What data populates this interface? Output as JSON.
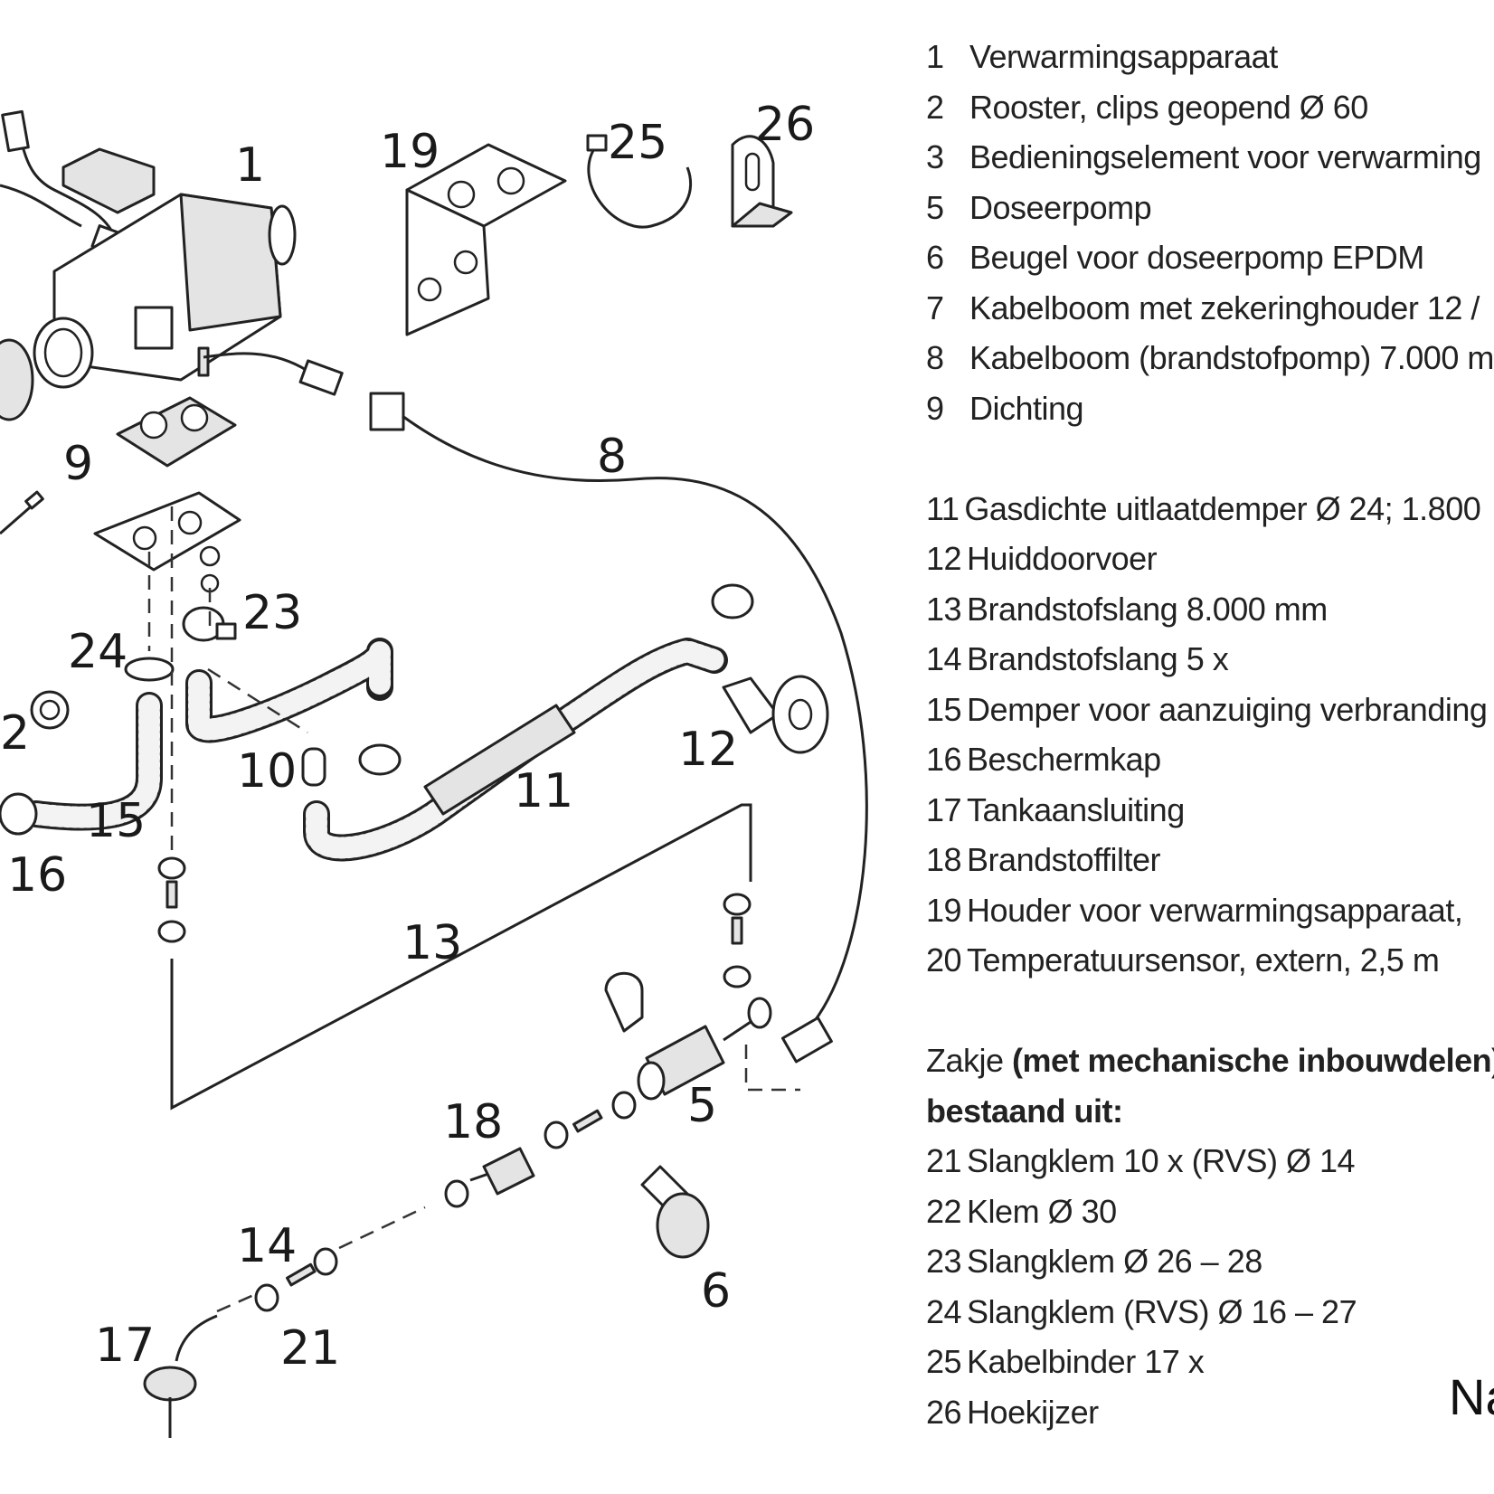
{
  "callouts": {
    "c1": "1",
    "c2": "2",
    "c5": "5",
    "c6": "6",
    "c8": "8",
    "c9": "9",
    "c10": "10",
    "c11": "11",
    "c12": "12",
    "c13": "13",
    "c14": "14",
    "c15": "15",
    "c16": "16",
    "c17": "17",
    "c18": "18",
    "c19": "19",
    "c21": "21",
    "c23": "23",
    "c24": "24",
    "c25": "25",
    "c26": "26"
  },
  "legend": {
    "items": [
      {
        "num": "1",
        "text": "Verwarmingsapparaat"
      },
      {
        "num": "2",
        "text": "Rooster, clips geopend Ø 60"
      },
      {
        "num": "3",
        "text": "Bedieningselement voor verwarming"
      },
      {
        "num": "5",
        "text": "Doseerpomp"
      },
      {
        "num": "6",
        "text": "Beugel voor doseerpomp EPDM"
      },
      {
        "num": "7",
        "text": "Kabelboom met zekeringhouder 12 /"
      },
      {
        "num": "8",
        "text": "Kabelboom (brandstofpomp) 7.000 m"
      },
      {
        "num": "9",
        "text": "Dichting"
      },
      {
        "num": "11",
        "text": "Gasdichte uitlaatdemper Ø 24; 1.800"
      },
      {
        "num": "12",
        "text": "Huiddoorvoer"
      },
      {
        "num": "13",
        "text": "Brandstofslang 8.000 mm"
      },
      {
        "num": "14",
        "text": "Brandstofslang 5 x"
      },
      {
        "num": "15",
        "text": "Demper voor aanzuiging verbranding"
      },
      {
        "num": "16",
        "text": "Beschermkap"
      },
      {
        "num": "17",
        "text": "Tankaansluiting"
      },
      {
        "num": "18",
        "text": "Brandstoffilter"
      },
      {
        "num": "19",
        "text": "Houder voor verwarmingsapparaat,"
      },
      {
        "num": "20",
        "text": "Temperatuursensor, extern, 2,5 m"
      }
    ],
    "kit_title_plain": "Zakje ",
    "kit_title_bold": "(met mechanische inbouwdelen)",
    "kit_title_line2": "bestaand uit:",
    "kit_items": [
      {
        "num": "21",
        "text": "Slangklem 10 x (RVS) Ø 14"
      },
      {
        "num": "22",
        "text": "Klem Ø 30"
      },
      {
        "num": "23",
        "text": "Slangklem Ø 26 – 28"
      },
      {
        "num": "24",
        "text": "Slangklem (RVS) Ø 16 – 27"
      },
      {
        "num": "25",
        "text": "Kabelbinder 17 x"
      },
      {
        "num": "26",
        "text": "Hoekijzer"
      }
    ],
    "corner_text": "Na"
  }
}
